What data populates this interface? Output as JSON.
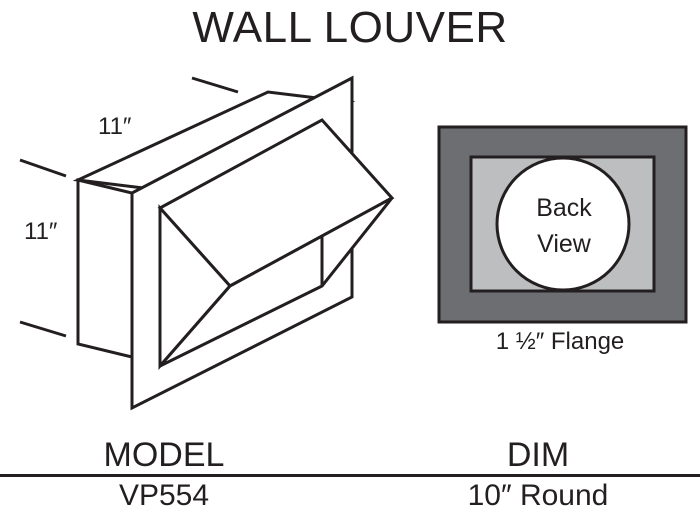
{
  "title": "WALL LOUVER",
  "dimensions": {
    "width_label": "11″",
    "height_label": "11″"
  },
  "back_view": {
    "line1": "Back",
    "line2": "View",
    "flange_label": "1 ½″ Flange"
  },
  "table": {
    "model_header": "MODEL",
    "model_value": "VP554",
    "dim_header": "DIM",
    "dim_value": "10″ Round"
  },
  "colors": {
    "ink": "#231f20",
    "flange_gray": "#6d6e71",
    "inner_gray": "#bcbec0",
    "background": "#ffffff"
  }
}
